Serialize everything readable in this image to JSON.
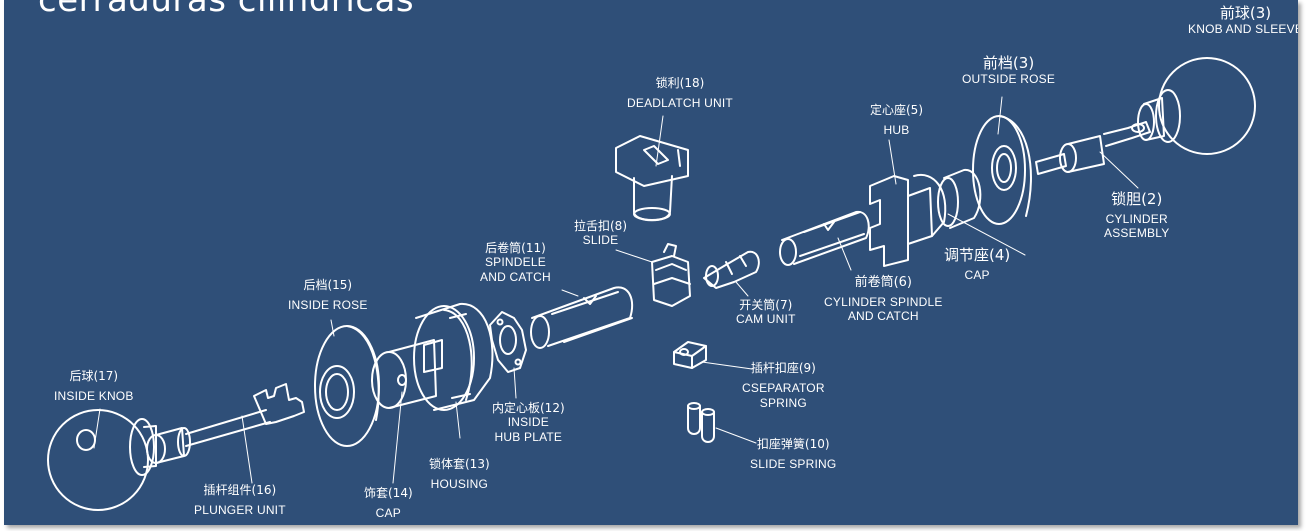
{
  "title": "cerraduras cilíndricas",
  "parts": {
    "knob_and_sleeve": {
      "zh": "前球(3)",
      "en": "KNOB AND SLEEVE"
    },
    "outside_rose": {
      "zh": "前档(3)",
      "en": "OUTSIDE ROSE"
    },
    "deadlatch_unit": {
      "zh": "锁利(18)",
      "en": "DEADLATCH UNIT"
    },
    "hub": {
      "zh": "定心座(5)",
      "en": "HUB"
    },
    "cylinder_assembly": {
      "zh": "锁胆(2)",
      "en1": "CYLINDER",
      "en2": "ASSEMBLY"
    },
    "cap_4": {
      "zh": "调节座(4)",
      "en": "CAP"
    },
    "slide": {
      "zh": "拉舌扣(8)",
      "en": "SLIDE"
    },
    "spindle_and_catch": {
      "zh": "后卷筒(11)",
      "en1": "SPINDELE",
      "en2": "AND CATCH"
    },
    "cylinder_spindle": {
      "zh": "前卷筒(6)",
      "en1": "CYLINDER SPINDLE",
      "en2": "AND CATCH"
    },
    "cam_unit": {
      "zh": "开关筒(7)",
      "en": "CAM UNIT"
    },
    "inside_rose": {
      "zh": "后档(15)",
      "en": "INSIDE ROSE"
    },
    "separator_spring": {
      "zh": "插杆扣座(9)",
      "en1": "CSEPARATOR",
      "en2": "SPRING"
    },
    "inside_hub_plate": {
      "zh": "内定心板(12)",
      "en1": "INSIDE",
      "en2": "HUB PLATE"
    },
    "inside_knob": {
      "zh": "后球(17)",
      "en": "INSIDE KNOB"
    },
    "slide_spring": {
      "zh": "扣座弹簧(10)",
      "en": "SLIDE SPRING"
    },
    "housing": {
      "zh": "锁体套(13)",
      "en": "HOUSING"
    },
    "plunger_unit": {
      "zh": "插杆组件(16)",
      "en": "PLUNGER UNIT"
    },
    "cap_14": {
      "zh": "饰套(14)",
      "en": "CAP"
    }
  },
  "colors": {
    "background": "#2f4f78",
    "line": "#ffffff"
  }
}
